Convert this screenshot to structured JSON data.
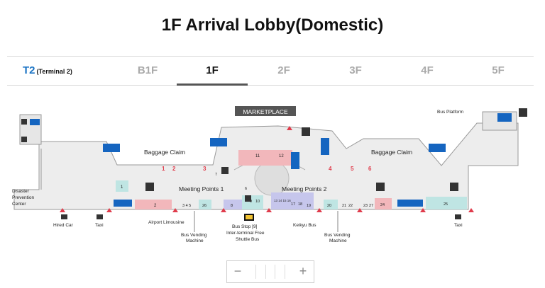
{
  "title": "1F Arrival Lobby(Domestic)",
  "terminal": {
    "code": "T2",
    "name": "(Terminal 2)"
  },
  "floors": [
    "B1F",
    "1F",
    "2F",
    "3F",
    "4F",
    "5F"
  ],
  "active_floor": "1F",
  "map": {
    "marketplace": "MARKETPLACE",
    "baggage_claim_left": "Baggage Claim",
    "baggage_claim_right": "Baggage Claim",
    "meeting_points_1": "Meeting Points 1",
    "meeting_points_2": "Meeting Points 2",
    "bus_platform": "Bus Platform",
    "disaster_center": [
      "Disaster",
      "Prevention",
      "Center"
    ],
    "hired_car": "Hired Car",
    "taxi_left": "Taxi",
    "taxi_right": "Taxi",
    "airport_limousine": "Airport Limousine",
    "bus_vending_left": [
      "Bus Vending",
      "Machine"
    ],
    "bus_vending_right": [
      "Bus Vending",
      "Machine"
    ],
    "bus_stop": [
      "Bus Stop [9]",
      "Inter-terminal Free",
      "Shuttle Bus"
    ],
    "keikyu_bus": "Keikyu Bus",
    "exits": [
      "1",
      "2",
      "3",
      "4",
      "5",
      "6"
    ],
    "shops": [
      "1",
      "2",
      "3 4 5",
      "26",
      "6",
      "7",
      "8",
      "9",
      "10",
      "11",
      "12",
      "13 14 15 16",
      "17",
      "18",
      "19",
      "20",
      "21",
      "22",
      "23",
      "27",
      "24",
      "25"
    ]
  },
  "zoom": {
    "minus": "−",
    "plus": "+"
  },
  "colors": {
    "accent": "#1a73c4",
    "red_shop": "#f2b7bb",
    "teal_shop": "#bfe5e3",
    "purple_shop": "#c6c6ec",
    "sign_blue": "#1565c0",
    "exit_red": "#e03c4c"
  }
}
